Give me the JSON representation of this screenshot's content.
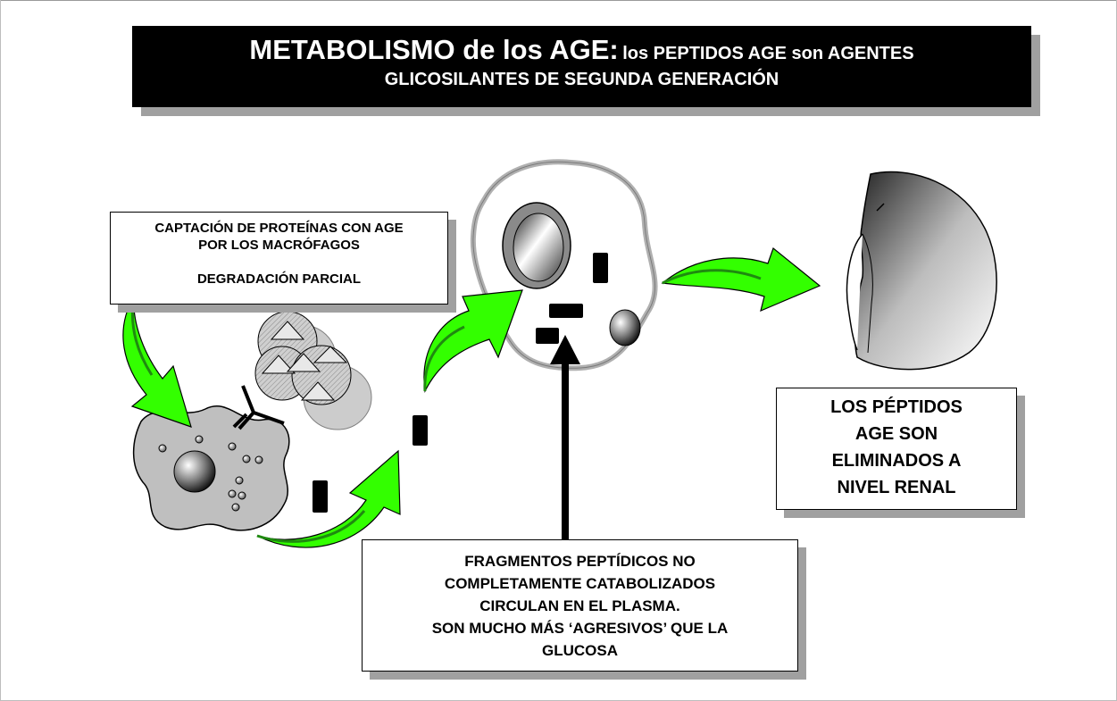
{
  "title": {
    "line1_main": "METABOLISMO de los AGE:",
    "line1_rest": "los PEPTIDOS AGE son AGENTES",
    "line2": "GLICOSILANTES DE SEGUNDA GENERACIÓN"
  },
  "box_captacion": {
    "line1": "CAPTACIÓN DE PROTEÍNAS CON AGE",
    "line2": "POR LOS MACRÓFAGOS",
    "line3": "DEGRADACIÓN PARCIAL"
  },
  "box_renal": {
    "line1": "LOS PÉPTIDOS",
    "line2": "AGE SON",
    "line3": "ELIMINADOS A",
    "line4": "NIVEL RENAL"
  },
  "box_fragmentos": {
    "line1": "FRAGMENTOS PEPTÍDICOS NO",
    "line2": "COMPLETAMENTE CATABOLIZADOS",
    "line3": "CIRCULAN EN EL PLASMA.",
    "line4": "SON MUCHO MÁS ‘AGRESIVOS’ QUE LA",
    "line5": "GLUCOSA"
  },
  "colors": {
    "arrow_green": "#33ff00",
    "arrow_dark": "#1f8a10",
    "banner_bg": "#000000",
    "shadow": "#a0a0a0"
  },
  "icons": [
    "macrophage-cell",
    "age-protein-cluster",
    "antibody-receptor",
    "peptide-fragment",
    "endothelial-cell",
    "kidney",
    "curved-arrow",
    "black-arrow-up"
  ]
}
